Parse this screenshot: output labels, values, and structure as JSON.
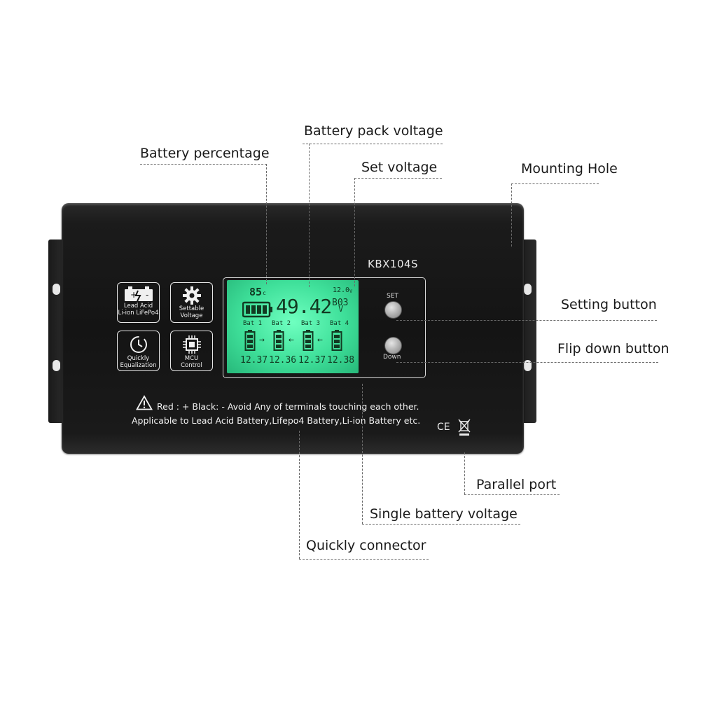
{
  "callouts": {
    "battery_pack_voltage": "Battery pack voltage",
    "battery_percentage": "Battery percentage",
    "set_voltage": "Set voltage",
    "mounting_hole": "Mounting Hole",
    "setting_button": "Setting button",
    "flip_down_button": "Flip down button",
    "parallel_port": "Parallel port",
    "single_battery_voltage": "Single battery voltage",
    "quickly_connector": "Quickly connector"
  },
  "device": {
    "model": "KBX104S",
    "features": [
      {
        "line1": "Lead Acid",
        "line2": "Li-ion LiFePo4",
        "icon": "battery-charge-icon"
      },
      {
        "line1": "Settable",
        "line2": "Voltage",
        "icon": "gear-icon"
      },
      {
        "line1": "Quickly",
        "line2": "Equalization",
        "icon": "clock-icon"
      },
      {
        "line1": "MCU",
        "line2": "Control",
        "icon": "chip-icon"
      }
    ],
    "lcd": {
      "percentage": "85",
      "percentage_unit": "c",
      "pack_voltage": "49.42",
      "pack_unit": "V",
      "set_voltage": "12.0",
      "set_unit": "V",
      "batt_index": "B03",
      "batteries": [
        {
          "label": "Bat 1",
          "voltage": "12.37"
        },
        {
          "label": "Bat 2",
          "voltage": "12.36"
        },
        {
          "label": "Bat 3",
          "voltage": "12.37"
        },
        {
          "label": "Bat 4",
          "voltage": "12.38"
        }
      ],
      "arrows": [
        "→",
        "←",
        "←"
      ]
    },
    "buttons": {
      "set_label": "SET",
      "down_label": "Down"
    },
    "warning_line1": "Red : +  Black: -   Avoid Any of terminals touching each other.",
    "warning_line2": "Applicable to Lead Acid Battery,Lifepo4 Battery,Li-ion Battery etc.",
    "marks": "CE"
  }
}
